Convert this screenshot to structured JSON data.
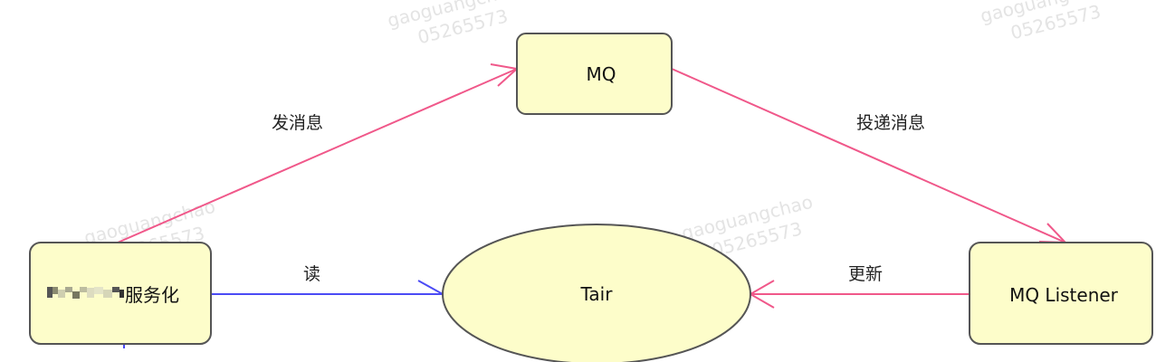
{
  "watermark": {
    "name": "gaoguangchao",
    "id": "05265573"
  },
  "colors": {
    "node_fill": "#fdfdca",
    "node_stroke": "#555555",
    "pink_edge": "#f0588a",
    "blue_edge": "#4b4bf5"
  },
  "nodes": {
    "mq": "MQ",
    "service": "服务化",
    "tair": "Tair",
    "listener": "MQ Listener"
  },
  "edges": {
    "send": "发消息",
    "deliver": "投递消息",
    "read": "读",
    "update": "更新"
  }
}
